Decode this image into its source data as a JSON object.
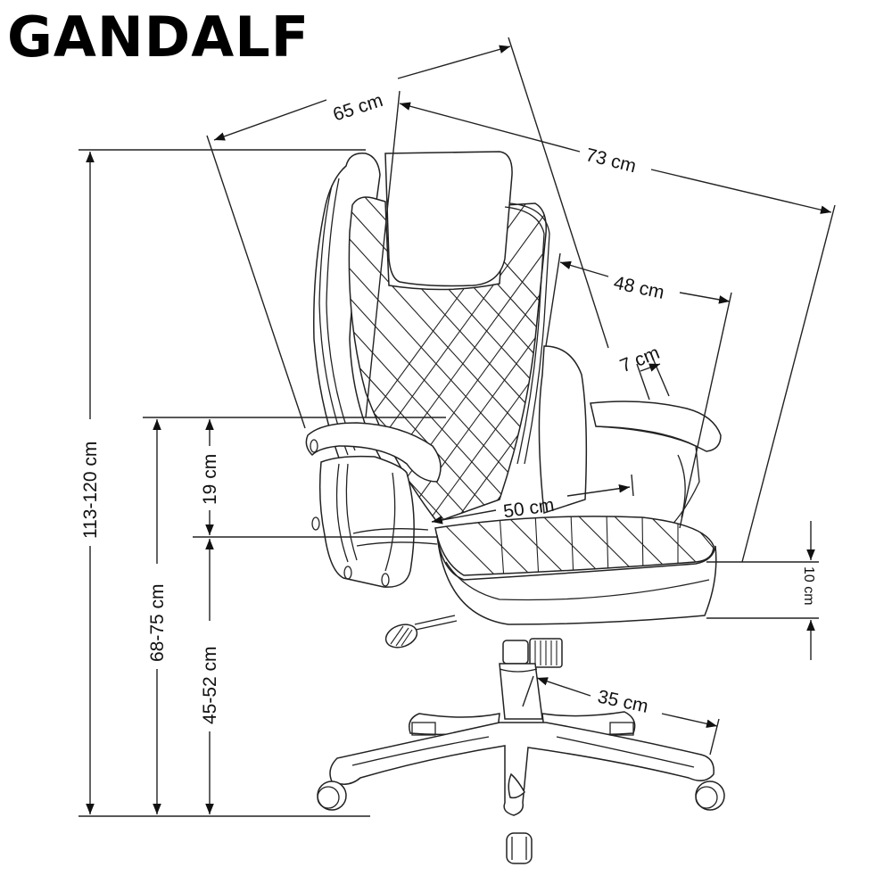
{
  "title": "GANDALF",
  "diagram": {
    "subject": "office chair",
    "dimensions": {
      "depth_top": "65 cm",
      "width_overall": "73 cm",
      "backrest_width": "48 cm",
      "armrest_width": "7 cm",
      "seat_width": "50 cm",
      "seat_thickness": "10 cm",
      "base_radius": "35 cm",
      "total_height": "113-120 cm",
      "armrest_height": "68-75 cm",
      "armrest_above_seat": "19 cm",
      "seat_height": "45-52 cm"
    }
  }
}
